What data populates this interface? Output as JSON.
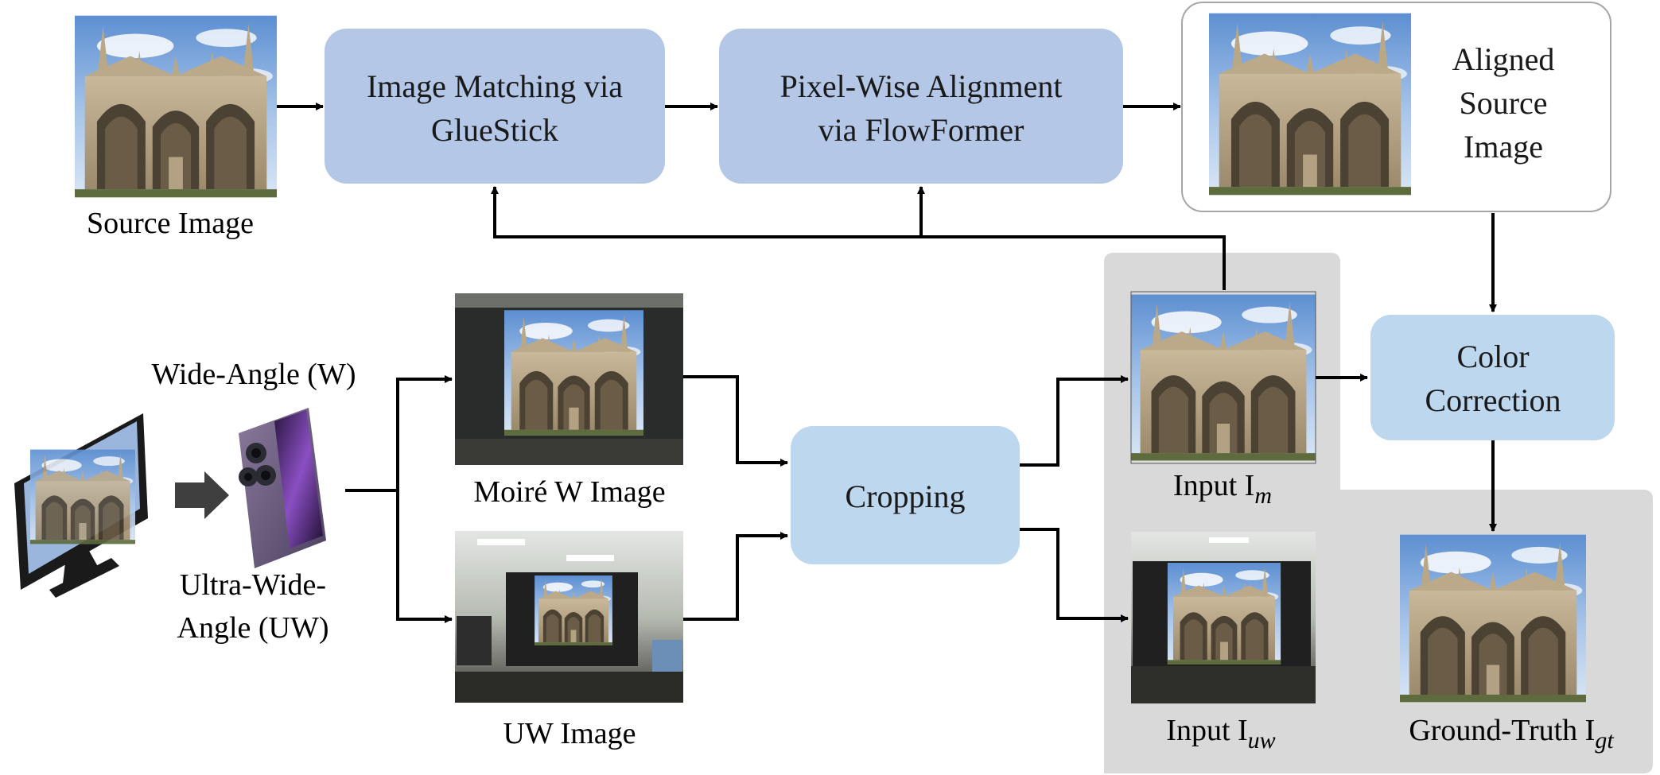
{
  "colors": {
    "box_fill": "#b4c7e7",
    "box_fill_light": "#bdd7ee",
    "gray_panel": "#d9d9d9",
    "arrow": "#000000"
  },
  "boxes": {
    "image_matching": [
      "Image Matching via",
      "GlueStick"
    ],
    "pixel_alignment": [
      "Pixel-Wise Alignment",
      "via FlowFormer"
    ],
    "aligned": [
      "Aligned",
      "Source",
      "Image"
    ],
    "cropping": [
      "Cropping"
    ],
    "color_correction": [
      "Color",
      "Correction"
    ]
  },
  "labels": {
    "source_image": "Source Image",
    "wide_angle": "Wide-Angle (W)",
    "ultra_wide_1": "Ultra-Wide-",
    "ultra_wide_2": "Angle (UW)",
    "moire_w": "Moiré W Image",
    "uw_image": "UW Image",
    "input_m": "Input I",
    "input_m_sub": "m",
    "input_uw": "Input I",
    "input_uw_sub": "uw",
    "ground_truth": "Ground-Truth I",
    "ground_truth_sub": "gt"
  },
  "icons": {
    "monitor": "monitor-icon",
    "phone": "smartphone-icon",
    "arrow": "right-arrow-icon",
    "cathedral": "cathedral-photo"
  }
}
